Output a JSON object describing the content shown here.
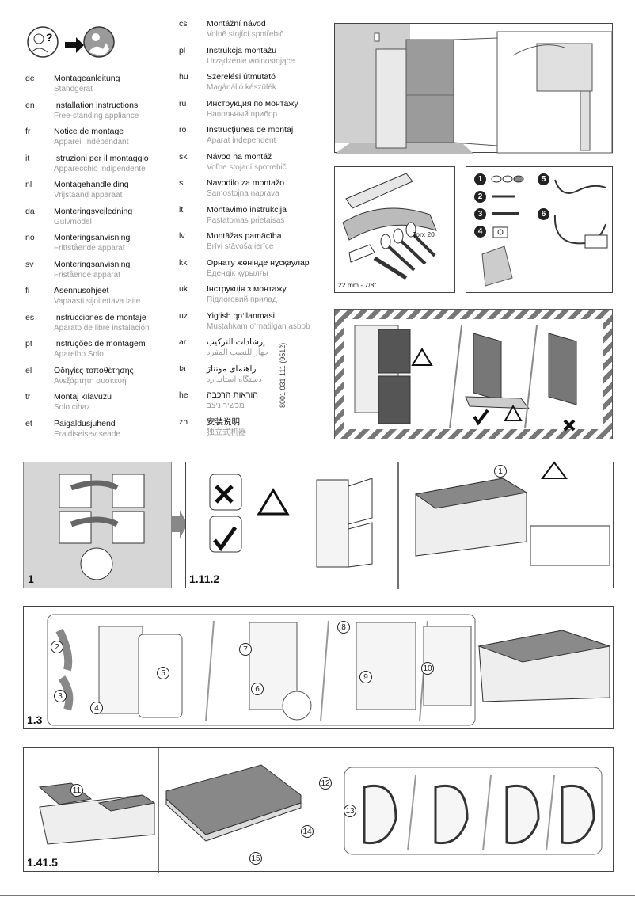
{
  "languages_left": [
    {
      "code": "de",
      "title": "Montageanleitung",
      "subtitle": "Standgerät"
    },
    {
      "code": "en",
      "title": "Installation instructions",
      "subtitle": "Free-standing appliance"
    },
    {
      "code": "fr",
      "title": "Notice de montage",
      "subtitle": "Appareil indépendant"
    },
    {
      "code": "it",
      "title": "Istruzioni per il montaggio",
      "subtitle": "Apparecchio indipendente"
    },
    {
      "code": "nl",
      "title": "Montagehandleiding",
      "subtitle": "Vrijstaand apparaat"
    },
    {
      "code": "da",
      "title": "Monteringsvejledning",
      "subtitle": "Gulvmodel"
    },
    {
      "code": "no",
      "title": "Monteringsanvisning",
      "subtitle": "Frittstående apparat"
    },
    {
      "code": "sv",
      "title": "Monteringsanvisning",
      "subtitle": "Fristående apparat"
    },
    {
      "code": "fi",
      "title": "Asennusohjeet",
      "subtitle": "Vapaasti sijoitettava laite"
    },
    {
      "code": "es",
      "title": "Instrucciones de montaje",
      "subtitle": "Aparato de libre instalación"
    },
    {
      "code": "pt",
      "title": "Instruções de montagem",
      "subtitle": "Aparelho Solo"
    },
    {
      "code": "el",
      "title": "Οδηγίες τοποθέτησης",
      "subtitle": "Ανεξάρτητη συσκευή"
    },
    {
      "code": "tr",
      "title": "Montaj kılavuzu",
      "subtitle": "Solo cihaz"
    },
    {
      "code": "et",
      "title": "Paigaldusjuhend",
      "subtitle": "Eraldiseisev seade"
    }
  ],
  "languages_right": [
    {
      "code": "cs",
      "title": "Montážní návod",
      "subtitle": "Volně stojící spotřebič"
    },
    {
      "code": "pl",
      "title": "Instrukcja montażu",
      "subtitle": "Urządzenie wolnostojące"
    },
    {
      "code": "hu",
      "title": "Szerelési útmutató",
      "subtitle": "Magánálló készülék"
    },
    {
      "code": "ru",
      "title": "Инструкция по монтажу",
      "subtitle": "Напольный прибор"
    },
    {
      "code": "ro",
      "title": "Instrucțiunea de montaj",
      "subtitle": "Aparat independent"
    },
    {
      "code": "sk",
      "title": "Návod na montáž",
      "subtitle": "Voľne stojací spotrebič"
    },
    {
      "code": "sl",
      "title": "Navodilo za montažo",
      "subtitle": "Samostojna naprava"
    },
    {
      "code": "lt",
      "title": "Montavimo instrukcija",
      "subtitle": "Pastatomas prietaisas"
    },
    {
      "code": "lv",
      "title": "Montāžas pamācība",
      "subtitle": "Brīvi stāvoša ierīce"
    },
    {
      "code": "kk",
      "title": "Орнату жөніндe нұсқаулар",
      "subtitle": "Едендік құрылғы"
    },
    {
      "code": "uk",
      "title": "Інструкція з монтажу",
      "subtitle": "Підлоговий прилад"
    },
    {
      "code": "uz",
      "title": "Yig‘ish qo‘llanmasi",
      "subtitle": "Mustahkam o‘rnatilgan asbob"
    },
    {
      "code": "ar",
      "title": "إرشادات التركيب",
      "subtitle": "جهاز للنصب المفرد"
    },
    {
      "code": "fa",
      "title": "راهنمای مونتاژ",
      "subtitle": "دستگاه استاندارد"
    },
    {
      "code": "he",
      "title": "הוראות הרכבה",
      "subtitle": "מכשיר ניצב"
    },
    {
      "code": "zh",
      "title": "安装说明",
      "subtitle": "独立式机器"
    }
  ],
  "doc_number": "8001 031 111 (9512)",
  "tools": {
    "torx": "Torx 20",
    "wrench": "22 mm - 7/8\""
  },
  "parts_numbers": [
    "1",
    "2",
    "3",
    "4",
    "5",
    "6"
  ],
  "steps": {
    "s1": "1",
    "s1112": "1.11.2",
    "s13": "1.3",
    "s1415": "1.41.5"
  },
  "callouts": {
    "c1": "1",
    "c2": "2",
    "c3": "3",
    "c4": "4",
    "c5": "5",
    "c6": "6",
    "c7": "7",
    "c8": "8",
    "c9": "9",
    "c10": "10",
    "c11": "11",
    "c12": "12",
    "c13": "13",
    "c14": "14",
    "c15": "15"
  },
  "colors": {
    "panel_gray": "#d8d8d8",
    "icon_gray": "#8b8b8b",
    "line": "#444444"
  }
}
